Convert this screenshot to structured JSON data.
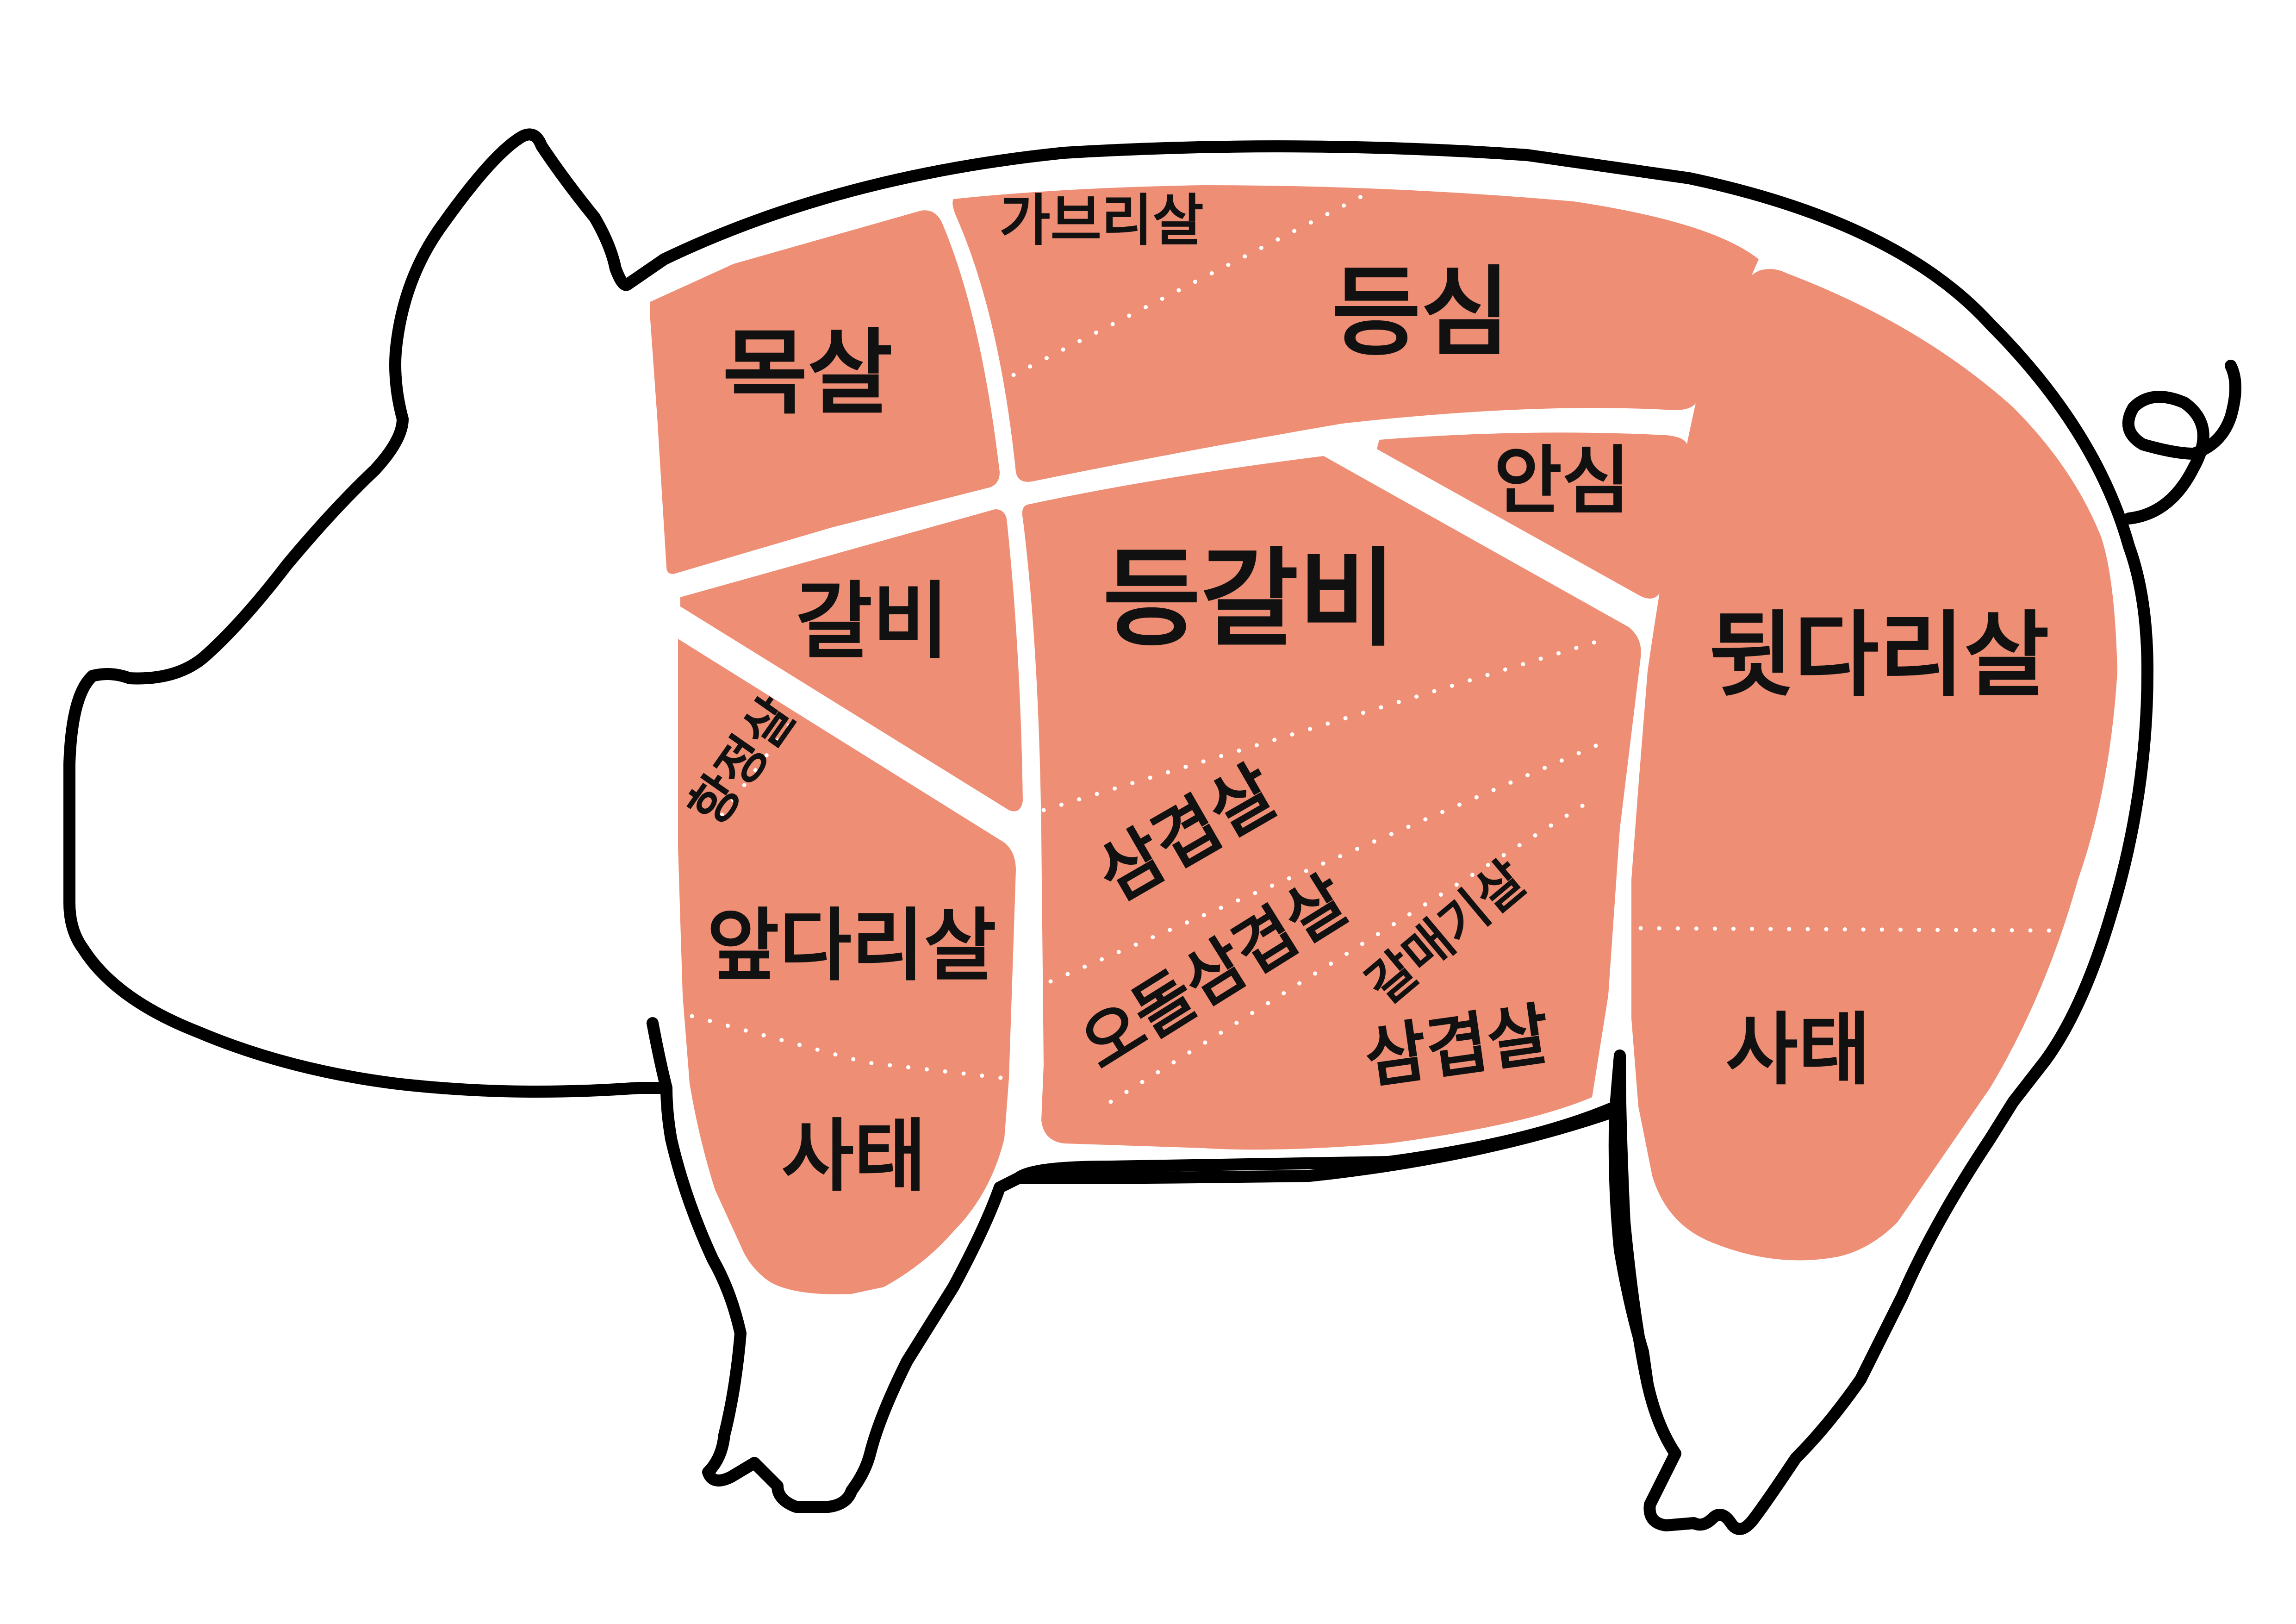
{
  "colors": {
    "meat": "#EE8E75",
    "outline": "#000000",
    "background": "#FFFFFF",
    "label": "#111111"
  },
  "cuts": {
    "moksal": "목살",
    "gabeurisal": "가브리살",
    "deungsim": "등심",
    "ansim": "안심",
    "galbi": "갈비",
    "deunggalbi": "등갈비",
    "hangjeongsal": "항정살",
    "apdarisal": "앞다리살",
    "samgyeopsal_upper": "삼겹살",
    "odolsamgyeopsal": "오돌삼겹살",
    "galmaegisal": "갈매기살",
    "samgyeopsal_lower": "삼겹살",
    "dwitdarisal": "뒷다리살",
    "satae_front": "사태",
    "satae_rear": "사태"
  }
}
